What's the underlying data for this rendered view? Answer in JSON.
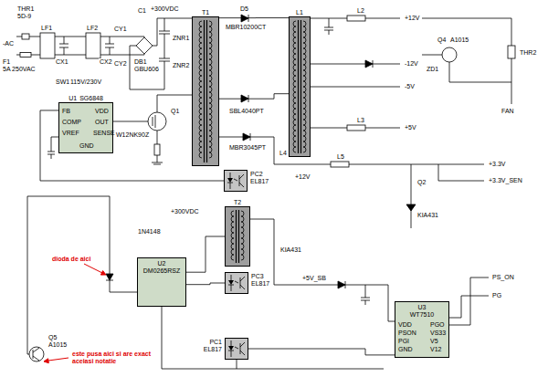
{
  "diagram": {
    "nodes": [
      {
        "text": [
          "T1"
        ]
      },
      {
        "text": [
          "L1"
        ]
      },
      {
        "text": [
          "U1",
          "SG6848"
        ]
      },
      {
        "text": [
          "PC2",
          "EL817"
        ]
      },
      {
        "text": [
          "T2"
        ]
      },
      {
        "text": [
          "U2",
          "DM0265RSZ"
        ]
      },
      {
        "text": [
          "PC3",
          "EL817"
        ]
      },
      {
        "text": [
          "U3",
          "WT7510"
        ]
      },
      {
        "text": [
          "PC1",
          "EL817"
        ]
      }
    ],
    "edges": [
      {
        "from": 0,
        "to": 1,
        "arrow": "none"
      },
      {
        "from": 0,
        "to": 1,
        "arrow": "none"
      },
      {
        "from": 3,
        "to": 2,
        "arrow": "none"
      },
      {
        "from": 5,
        "to": 4,
        "arrow": "none"
      },
      {
        "from": 6,
        "to": 5,
        "arrow": "none"
      },
      {
        "from": 8,
        "to": 7,
        "arrow": "none"
      }
    ],
    "labels": [
      "THR1",
      "5D-9",
      "LF1",
      "LF2",
      "-AC",
      "F1",
      "5A 250VAC",
      "CX1",
      "CX2",
      "CY1",
      "CY2",
      "DB1",
      "GBU606",
      "C1",
      "+300VDC",
      "ZNR1",
      "ZNR2",
      "SW1",
      "115V/230V",
      "D5",
      "MBR10200CT",
      "L2",
      "+12V",
      "-12V",
      "-5V",
      "+5V",
      "SBL4040PT",
      "MBR3045PT",
      "L3",
      "L4",
      "L5",
      "+3.3V",
      "+3.3V_SEN",
      "Q4",
      "A1015",
      "ZD1",
      "THR2",
      "FAN",
      "Q2",
      "KIA431",
      "FB",
      "COMP",
      "VREF",
      "VDD",
      "OUT",
      "SENSE",
      "GND",
      "Q1",
      "W12NK90Z",
      "+300VDC",
      "1N4148",
      "+5V_SB",
      "PS_ON",
      "PG",
      "VDD",
      "PSON",
      "PGI",
      "GND",
      "PGO",
      "VS33",
      "V5",
      "V12",
      "Q5",
      "A1015",
      "dioda de aici",
      "este pusa aici si are exact aceiasi notatie",
      "KIA431",
      "+12V"
    ]
  }
}
